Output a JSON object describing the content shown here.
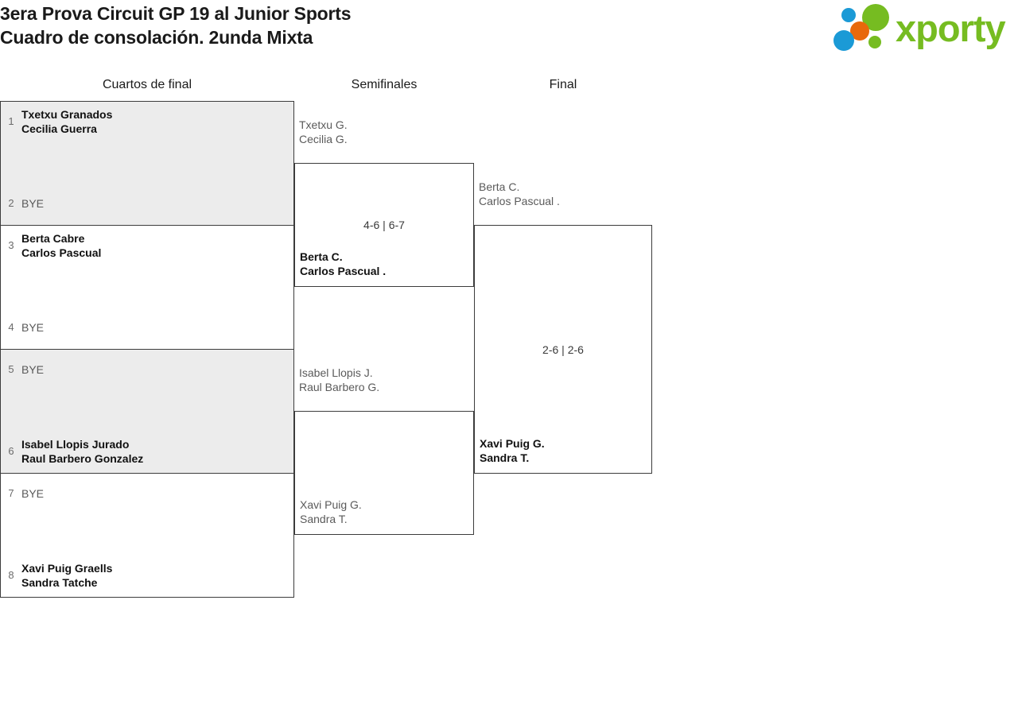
{
  "header": {
    "title_line1": "3era Prova Circuit GP 19 al Junior Sports",
    "title_line2": "Cuadro de consolación. 2unda Mixta",
    "logo_text": "xporty",
    "logo_colors": {
      "green": "#76bc21",
      "blue": "#1b9ad6",
      "orange": "#e8690b"
    }
  },
  "rounds": [
    {
      "label": "Cuartos de final"
    },
    {
      "label": "Semifinales"
    },
    {
      "label": "Final"
    }
  ],
  "quarterfinals": [
    {
      "shaded": true,
      "top": {
        "seed": "1",
        "name": "Txetxu Granados\nCecilia Guerra",
        "winner": true
      },
      "bottom": {
        "seed": "2",
        "name": "BYE",
        "winner": false
      }
    },
    {
      "shaded": false,
      "top": {
        "seed": "3",
        "name": "Berta Cabre\nCarlos Pascual",
        "winner": true
      },
      "bottom": {
        "seed": "4",
        "name": "BYE",
        "winner": false
      }
    },
    {
      "shaded": true,
      "top": {
        "seed": "5",
        "name": "BYE",
        "winner": false
      },
      "bottom": {
        "seed": "6",
        "name": "Isabel Llopis Jurado\nRaul Barbero Gonzalez",
        "winner": true
      }
    },
    {
      "shaded": false,
      "top": {
        "seed": "7",
        "name": "BYE",
        "winner": false
      },
      "bottom": {
        "seed": "8",
        "name": "Xavi Puig Graells\nSandra Tatche",
        "winner": true
      }
    }
  ],
  "semifinals": [
    {
      "upper_name": "Txetxu G.\nCecilia G.",
      "upper_winner": false,
      "lower_name": "Berta C.\nCarlos Pascual .",
      "lower_winner": true,
      "score": "4-6 | 6-7"
    },
    {
      "upper_name": "Isabel Llopis J.\nRaul Barbero G.",
      "upper_winner": false,
      "lower_name": "Xavi Puig G.\nSandra T.",
      "lower_winner": false,
      "score": ""
    }
  ],
  "final": {
    "upper_name": "Berta C.\nCarlos Pascual .",
    "upper_winner": false,
    "lower_name": "Xavi Puig G.\nSandra T.",
    "lower_winner": true,
    "score": "2-6 | 2-6"
  }
}
